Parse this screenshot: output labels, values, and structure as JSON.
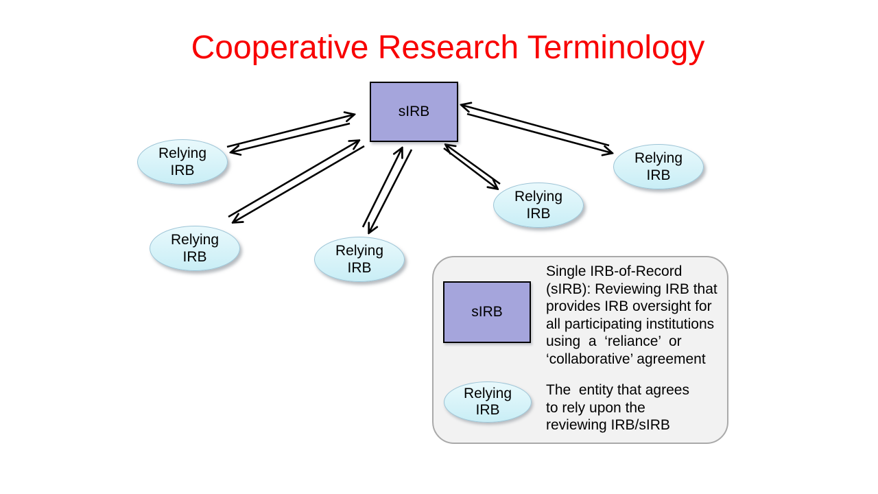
{
  "slide": {
    "title": "Cooperative Research Terminology"
  },
  "colors": {
    "title": "#f80000",
    "box_fill": "#a5a5dc",
    "box_border": "#000000",
    "ellipse_fill_top": "#e9f9fc",
    "ellipse_fill_bottom": "#c9eef6",
    "ellipse_border": "#9cc4d6",
    "legend_bg": "#f2f2f2",
    "legend_border": "#a9a9a9",
    "arrow": "#000000"
  },
  "diagram": {
    "sirb_label": "sIRB",
    "relying_irbs": [
      {
        "label": "Relying\nIRB"
      },
      {
        "label": "Relying\nIRB"
      },
      {
        "label": "Relying\nIRB"
      },
      {
        "label": "Relying\nIRB"
      },
      {
        "label": "Relying\nIRB"
      }
    ],
    "edges": [
      {
        "from": "sIRB",
        "to": "Relying IRB (top left)",
        "type": "bidirectional"
      },
      {
        "from": "sIRB",
        "to": "Relying IRB (lower left)",
        "type": "bidirectional"
      },
      {
        "from": "sIRB",
        "to": "Relying IRB (bottom middle)",
        "type": "bidirectional"
      },
      {
        "from": "sIRB",
        "to": "Relying IRB (middle right)",
        "type": "bidirectional"
      },
      {
        "from": "sIRB",
        "to": "Relying IRB (far right)",
        "type": "bidirectional"
      }
    ]
  },
  "legend": {
    "sirb_symbol_label": "sIRB",
    "sirb_definition_lines": [
      "Single IRB-of-Record",
      "(sIRB): Reviewing IRB that",
      "provides IRB oversight for",
      "all participating institutions",
      "using  a  ‘reliance’  or",
      "‘collaborative’ agreement"
    ],
    "relying_symbol_label": "Relying\nIRB",
    "relying_definition_lines": [
      "The  entity that agrees",
      "to rely upon the",
      "reviewing IRB/sIRB"
    ]
  }
}
